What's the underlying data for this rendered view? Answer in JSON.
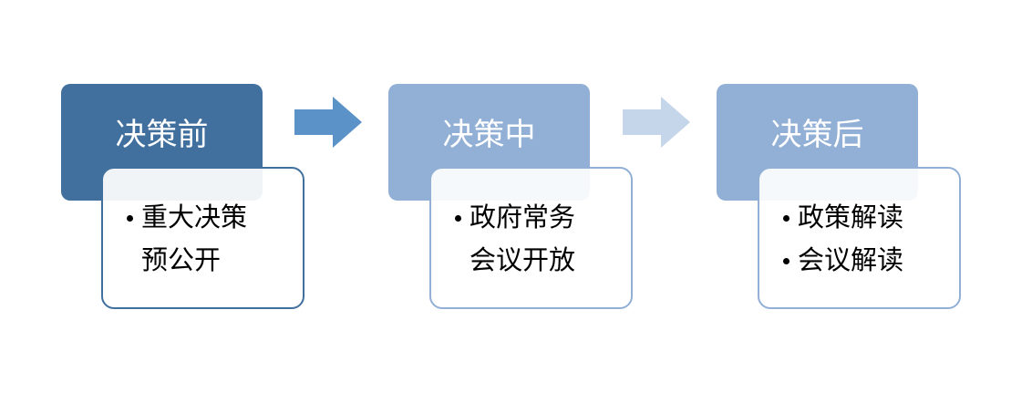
{
  "stages": [
    {
      "title": "决策前",
      "items": [
        "重大决策",
        "预公开"
      ],
      "header_color": "#41709e",
      "border_color": "#41709e"
    },
    {
      "title": "决策中",
      "items": [
        "政府常务",
        "会议开放"
      ],
      "header_color": "#92b0d5",
      "border_color": "#92b0d5"
    },
    {
      "title": "决策后",
      "items": [
        "政策解读",
        "会议解读"
      ],
      "header_color": "#92b0d5",
      "border_color": "#92b0d5"
    }
  ],
  "arrows": [
    {
      "color": "#5b93c9"
    },
    {
      "color": "#c5d5ea"
    }
  ]
}
